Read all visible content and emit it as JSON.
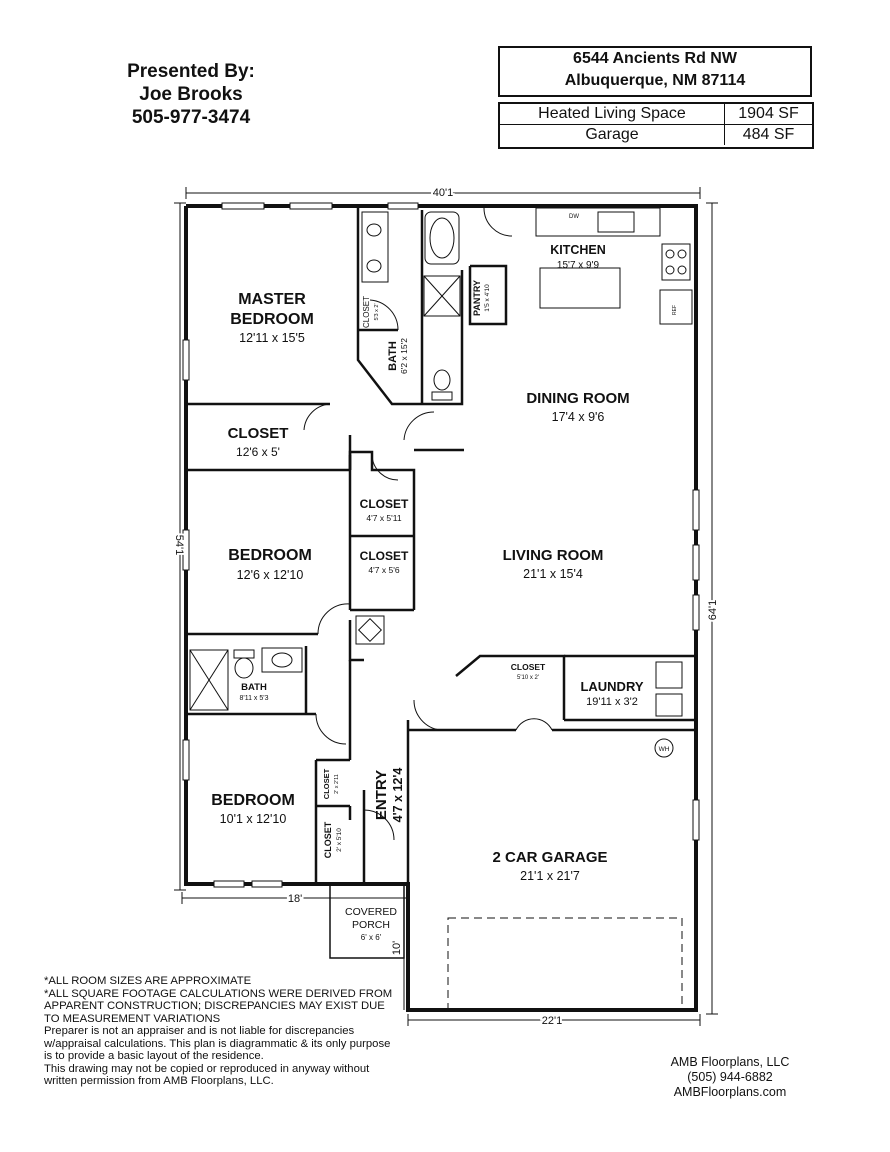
{
  "presenter": {
    "line1": "Presented By:",
    "name": "Joe Brooks",
    "phone": "505-977-3474"
  },
  "address": {
    "street": "6544 Ancients Rd NW",
    "city": "Albuquerque, NM 87114"
  },
  "square_footage": [
    {
      "label": "Heated Living Space",
      "value": "1904 SF"
    },
    {
      "label": "Garage",
      "value": "484 SF"
    }
  ],
  "dimensions": {
    "top_width": "40'1",
    "left_depth": "54'1",
    "right_depth": "64'1",
    "bottom_left": "18'",
    "garage_width": "22'1",
    "porch_offset": "10'"
  },
  "rooms": {
    "master_bedroom": {
      "name_line1": "MASTER",
      "name_line2": "BEDROOM",
      "size": "12'11 x 15'5"
    },
    "kitchen": {
      "name": "KITCHEN",
      "size": "15'7 x 9'9"
    },
    "master_bath": {
      "name": "BATH",
      "size": "6'2 x 15'2"
    },
    "master_closet": {
      "name": "CLOSET",
      "size": "5'3 x 2'"
    },
    "pantry": {
      "name": "PANTRY",
      "size": "1'5 x 4'10"
    },
    "dining_room": {
      "name": "DINING ROOM",
      "size": "17'4 x 9'6"
    },
    "closet_large": {
      "name": "CLOSET",
      "size": "12'6 x 5'"
    },
    "closet_a": {
      "name": "CLOSET",
      "size": "4'7 x 5'11"
    },
    "closet_b": {
      "name": "CLOSET",
      "size": "4'7 x 5'6"
    },
    "bedroom_2": {
      "name": "BEDROOM",
      "size": "12'6 x 12'10"
    },
    "living_room": {
      "name": "LIVING ROOM",
      "size": "21'1 x 15'4"
    },
    "bath_2": {
      "name": "BATH",
      "size": "8'11 x 5'3"
    },
    "laundry_closet": {
      "name": "CLOSET",
      "size": "5'10 x 2'"
    },
    "laundry": {
      "name": "LAUNDRY",
      "size": "19'11 x 3'2"
    },
    "bedroom_3": {
      "name": "BEDROOM",
      "size": "10'1 x 12'10"
    },
    "entry_closet_1": {
      "name": "CLOSET",
      "size": "2' x 2'11"
    },
    "entry_closet_2": {
      "name": "CLOSET",
      "size": "2' x 5'10"
    },
    "entry": {
      "name": "ENTRY",
      "size": "4'7 x 12'4"
    },
    "garage": {
      "name": "2 CAR GARAGE",
      "size": "21'1 x 21'7"
    },
    "porch": {
      "name_line1": "COVERED",
      "name_line2": "PORCH",
      "size": "6' x 6'"
    }
  },
  "fixtures": {
    "dishwasher": "DW",
    "refrigerator": "REF",
    "water_heater": "WH"
  },
  "notes": [
    "*ALL ROOM SIZES ARE APPROXIMATE",
    "*ALL SQUARE FOOTAGE CALCULATIONS WERE DERIVED FROM APPARENT CONSTRUCTION; DISCREPANCIES MAY EXIST DUE TO MEASUREMENT VARIATIONS",
    "Preparer is not an appraiser and is not liable for discrepancies w/appraisal calculations. This plan is diagrammatic & its only purpose is to provide a basic layout of the residence.",
    "This drawing may not be copied or reproduced in anyway without written permission from AMB Floorplans, LLC."
  ],
  "company": {
    "name": "AMB Floorplans, LLC",
    "phone": "(505) 944-6882",
    "website": "AMBFloorplans.com"
  }
}
